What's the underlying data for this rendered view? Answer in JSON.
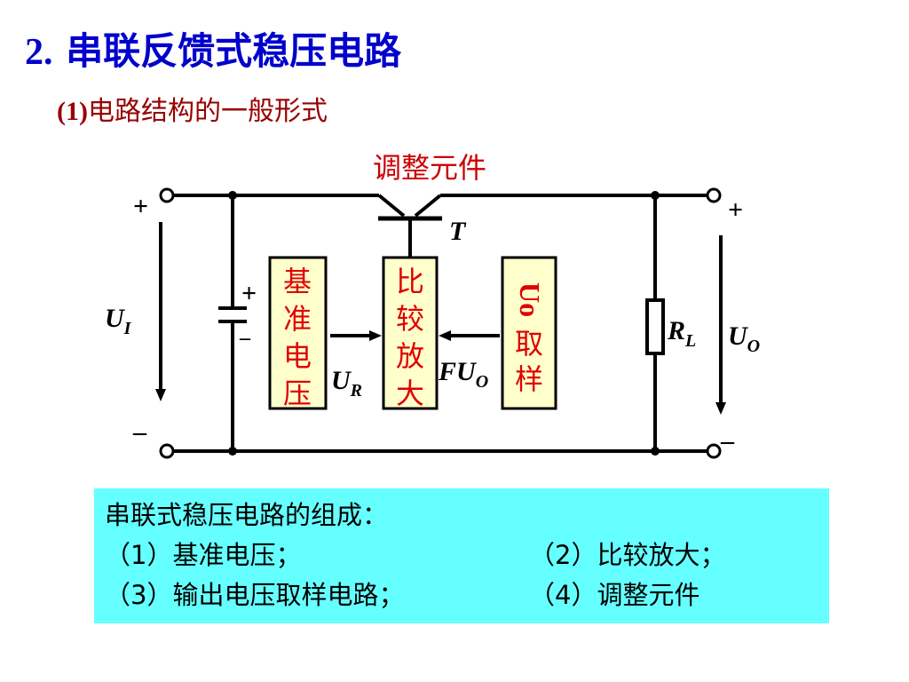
{
  "title": {
    "num": "2.",
    "text": "串联反馈式稳压电路"
  },
  "subtitle": {
    "paren": "(1)",
    "text": "电路结构的一般形式"
  },
  "diagram": {
    "adjust_label": "调整元件",
    "transistor": "T",
    "ref_box": [
      "基",
      "准",
      "电",
      "压"
    ],
    "amp_box": [
      "比",
      "较",
      "放",
      "大"
    ],
    "sample_box": {
      "uo": "Uo",
      "chars": [
        "取",
        "样"
      ]
    },
    "ui": {
      "main": "U",
      "sub": "I"
    },
    "ur": {
      "main": "U",
      "sub": "R"
    },
    "fuo": {
      "main": "FU",
      "sub": "O"
    },
    "rl": {
      "main": "R",
      "sub": "L"
    },
    "uo": {
      "main": "U",
      "sub": "O"
    },
    "plus": "+",
    "minus": "–"
  },
  "note": {
    "heading": "串联式稳压电路的组成：",
    "items": [
      "（1）基准电压；",
      "（2）比较放大；",
      "（3）输出电压取样电路；",
      "（4）调整元件"
    ]
  }
}
